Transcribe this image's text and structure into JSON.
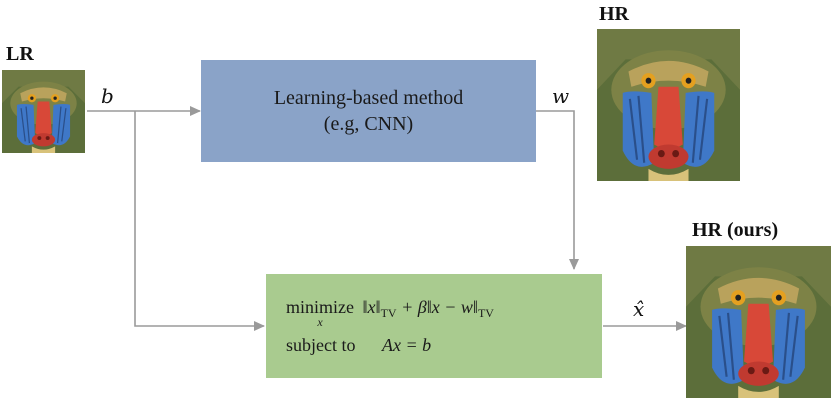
{
  "labels": {
    "lr": "LR",
    "hr": "HR",
    "hr_ours": "HR (ours)"
  },
  "vars": {
    "b": "b",
    "w": "w",
    "xhat": "x̂"
  },
  "learning_box": {
    "line1": "Learning-based method",
    "line2": "(e.g, CNN)"
  },
  "opt_box": {
    "minimize_word": "minimize",
    "minimize_sub": "x",
    "objective_a": "‖x‖",
    "tv1": "TV",
    "objective_b": " + β‖x − w‖",
    "tv2": "TV",
    "subject_to": "subject to",
    "constraint": "Ax = b"
  },
  "colors": {
    "learning_box": "#8aa3c8",
    "optimization_box": "#a9cb8f",
    "arrow": "#9a9a9a"
  },
  "icons": {
    "image": "mandrill-photo-icon"
  }
}
